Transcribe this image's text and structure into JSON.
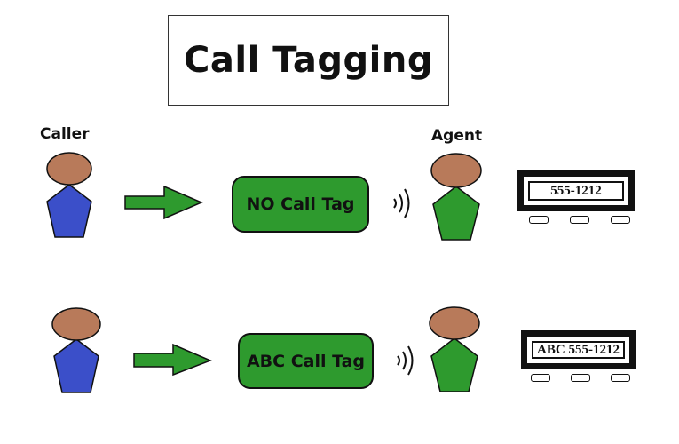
{
  "title": "Call Tagging",
  "labels": {
    "caller": "Caller",
    "agent": "Agent"
  },
  "rows": [
    {
      "tag_label": "NO Call Tag",
      "phone_display": "555-1212"
    },
    {
      "tag_label": "ABC Call Tag",
      "phone_display": "ABC 555-1212"
    }
  ],
  "colors": {
    "caller_head": "#b87a5a",
    "caller_body": "#3b4fc9",
    "agent_head": "#b87a5a",
    "agent_body": "#2e9a2e",
    "arrow": "#2e9a2e",
    "tag_fill": "#2e9a2e",
    "outline": "#111111"
  }
}
